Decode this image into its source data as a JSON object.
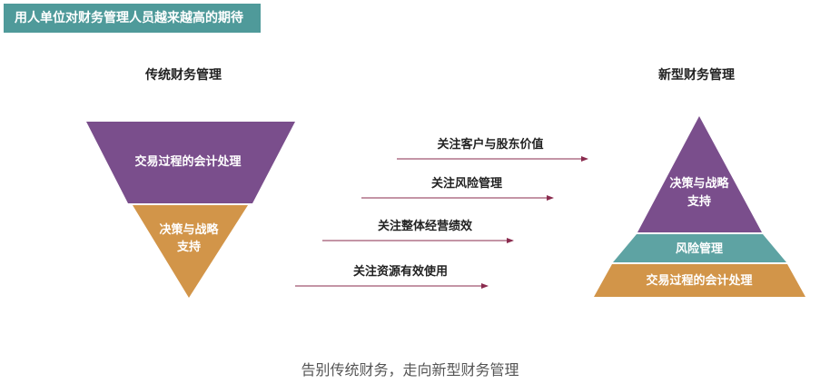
{
  "title": "用人单位对财务管理人员越来越高的期待",
  "left": {
    "heading": "传统财务管理",
    "top_segment": "交易过程的会计处理",
    "bottom_segment_line1": "决策与战略",
    "bottom_segment_line2": "支持"
  },
  "right": {
    "heading": "新型财务管理",
    "top_segment_line1": "决策与战略",
    "top_segment_line2": "支持",
    "middle_segment": "风险管理",
    "bottom_segment": "交易过程的会计处理"
  },
  "arrows": [
    "关注客户与股东价值",
    "关注风险管理",
    "关注整体经营绩效",
    "关注资源有效使用"
  ],
  "caption": "告别传统财务，走向新型财务管理",
  "colors": {
    "banner": "#4f9a9a",
    "purple": "#7a4e8c",
    "orange": "#d29549",
    "teal": "#5ea3a3",
    "arrow": "#8a2b4e"
  }
}
